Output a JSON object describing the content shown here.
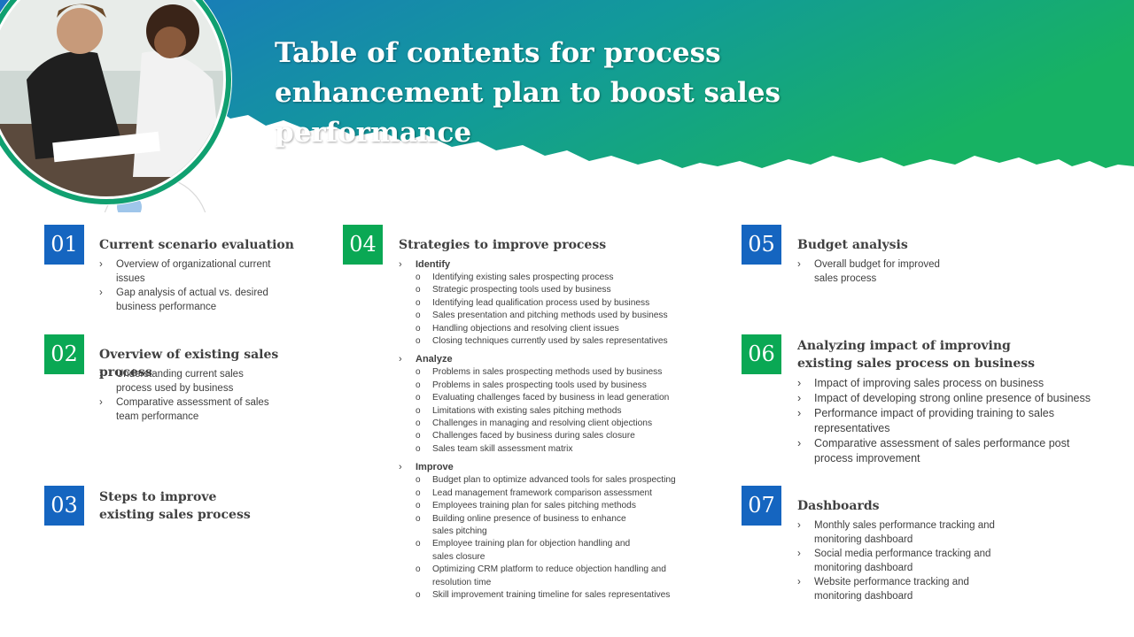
{
  "title": "Table of contents for process enhancement plan to boost sales performance",
  "colors": {
    "blue": "#1565c0",
    "green": "#0aa854",
    "banner_start": "#1b73c2",
    "banner_end": "#17b263"
  },
  "photo": {
    "icon": "photo-two-people-working-icon"
  },
  "sections": [
    {
      "num": "01",
      "title": "Current scenario evaluation",
      "items": [
        "Overview of organizational current issues",
        "Gap analysis of actual vs. desired business performance"
      ]
    },
    {
      "num": "02",
      "title": "Overview of existing sales process",
      "items": [
        "Understanding current sales process used by business",
        "Comparative assessment of sales team performance"
      ]
    },
    {
      "num": "03",
      "title": "Steps to improve existing sales process",
      "items": []
    },
    {
      "num": "04",
      "title": "Strategies to improve process",
      "groups": [
        {
          "label": "Identify",
          "items": [
            "Identifying existing sales prospecting process",
            "Strategic prospecting tools used by business",
            "Identifying lead qualification process used by business",
            "Sales presentation and pitching methods used by business",
            "Handling objections and resolving client issues",
            "Closing techniques currently used by sales representatives"
          ]
        },
        {
          "label": "Analyze",
          "items": [
            "Problems in sales prospecting methods used by business",
            "Problems in sales prospecting tools used by business",
            "Evaluating challenges faced by business in lead generation",
            "Limitations with existing sales pitching methods",
            "Challenges in managing and resolving client objections",
            "Challenges faced by business during sales closure",
            "Sales team skill assessment matrix"
          ]
        },
        {
          "label": "Improve",
          "items": [
            "Budget plan to optimize advanced tools for sales prospecting",
            "Lead management framework comparison assessment",
            "Employees training plan for sales pitching methods",
            "Building online presence of business to enhance sales pitching",
            "Employee training plan for objection handling and sales closure",
            "Optimizing CRM platform to reduce objection handling and resolution time",
            "Skill improvement training timeline for sales representatives"
          ]
        }
      ]
    },
    {
      "num": "05",
      "title": "Budget analysis",
      "items": [
        "Overall budget for improved sales process"
      ]
    },
    {
      "num": "06",
      "title": "Analyzing impact of improving existing sales process on business",
      "items": [
        "Impact of improving sales process on business",
        "Impact of developing strong online presence of business",
        "Performance impact of providing training to sales representatives",
        "Comparative assessment of sales performance post process improvement"
      ]
    },
    {
      "num": "07",
      "title": "Dashboards",
      "items": [
        "Monthly sales performance tracking and monitoring dashboard",
        "Social media performance tracking and monitoring dashboard",
        "Website performance tracking and monitoring dashboard"
      ]
    }
  ]
}
